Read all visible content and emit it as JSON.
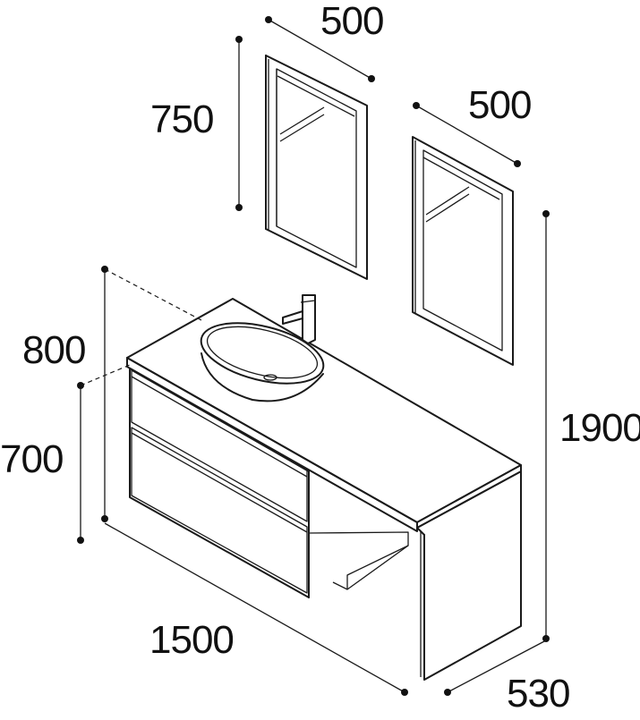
{
  "dimensions": {
    "mirror_left_width": "500",
    "mirror_left_height": "750",
    "mirror_right_width": "500",
    "total_height": "1900",
    "top_height": "800",
    "cabinet_height": "700",
    "total_width": "1500",
    "depth": "530"
  },
  "colors": {
    "line": "#1a1a1a",
    "background": "#ffffff"
  }
}
